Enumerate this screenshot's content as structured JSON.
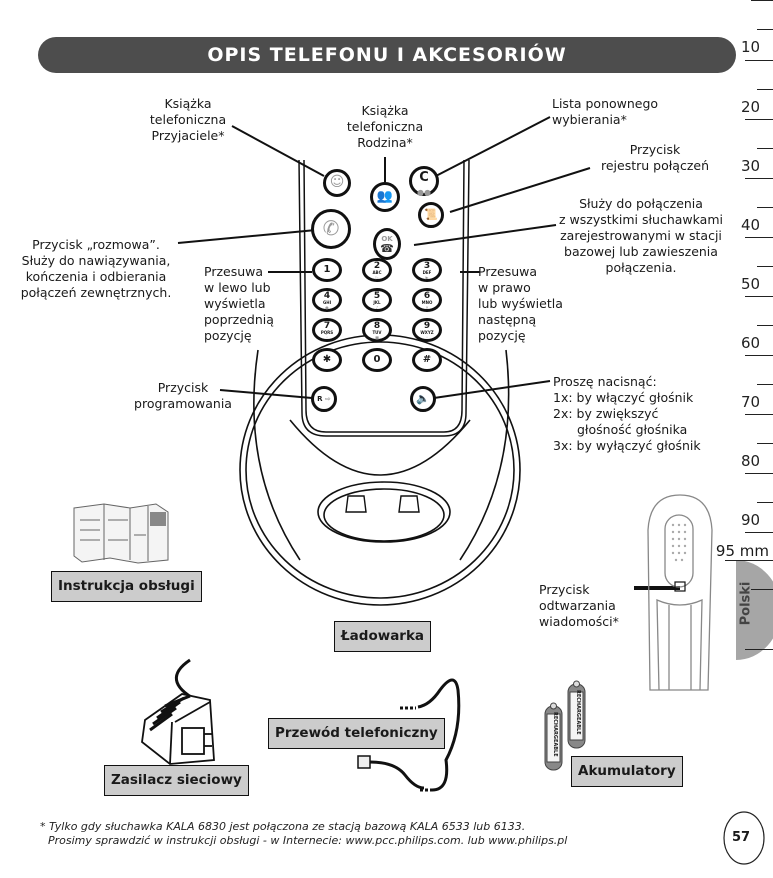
{
  "page": {
    "title": "OPIS TELEFONU I AKCESORIÓW",
    "page_number": "57",
    "language_tab": "Polski"
  },
  "ruler": {
    "marks": [
      "10",
      "20",
      "30",
      "40",
      "50",
      "60",
      "70",
      "80",
      "90"
    ],
    "end_label": "95 mm"
  },
  "callouts": {
    "phonebook_friends": [
      "Książka",
      "telefoniczna",
      "Przyjaciele*"
    ],
    "phonebook_family": [
      "Książka",
      "telefoniczna",
      "Rodzina*"
    ],
    "redial_list": [
      "Lista ponownego",
      "wybierania*"
    ],
    "call_log": [
      "Przycisk",
      "rejestru połączeń"
    ],
    "intercom": [
      "Służy do połączenia",
      "z wszystkimi słuchawkami",
      "zarejestrowanymi w stacji",
      "bazowej lub zawieszenia",
      "połączenia."
    ],
    "talk_button": [
      "Przycisk „rozmowa”.",
      "Służy do nawiązywania,",
      "kończenia i odbierania",
      "połączeń zewnętrznych."
    ],
    "scroll_left": [
      "Przesuwa",
      "w lewo lub",
      "wyświetla",
      "poprzednią",
      "pozycję"
    ],
    "scroll_right": [
      "Przesuwa",
      "w prawo",
      "lub wyświetla",
      "następną",
      "pozycję"
    ],
    "program_button": [
      "Przycisk",
      "programowania"
    ],
    "speaker": [
      "Proszę nacisnąć:",
      "1x: by włączyć głośnik",
      "2x: by zwiększyć",
      "głośność głośnika",
      "3x: by wyłączyć głośnik"
    ],
    "playback": [
      "Przycisk",
      "odtwarzania",
      "wiadomości*"
    ]
  },
  "keypad": {
    "keys": [
      {
        "digit": "1",
        "letters": "",
        "sub": "◀"
      },
      {
        "digit": "2",
        "letters": "ABC",
        "sub": "▷"
      },
      {
        "digit": "3",
        "letters": "DEF",
        "sub": "▶"
      },
      {
        "digit": "4",
        "letters": "GHI",
        "sub": "●"
      },
      {
        "digit": "5",
        "letters": "JKL",
        "sub": "♪"
      },
      {
        "digit": "6",
        "letters": "MNO",
        "sub": "✕"
      },
      {
        "digit": "7",
        "letters": "PQRS",
        "sub": "◦"
      },
      {
        "digit": "8",
        "letters": "TUV",
        "sub": "■"
      },
      {
        "digit": "9",
        "letters": "WXYZ",
        "sub": "◦"
      },
      {
        "digit": "✱",
        "letters": "",
        "sub": ""
      },
      {
        "digit": "0",
        "letters": "",
        "sub": ""
      },
      {
        "digit": "#",
        "letters": "",
        "sub": ""
      }
    ],
    "clear_key": "C",
    "ok_key": "OK",
    "r_key": "R"
  },
  "accessories": {
    "manual": "Instrukcja obsługi",
    "charger": "Ładowarka",
    "power_adapter": "Zasilacz sieciowy",
    "phone_cord": "Przewód telefoniczny",
    "batteries": "Akumulatory",
    "battery_text": "RECHARGEABLE"
  },
  "footnote": {
    "line1": "* Tylko gdy słuchawka KALA 6830 jest połączona ze stacją bazową KALA 6533 lub 6133.",
    "line2": "Prosimy sprawdzić w instrukcji obsługi - w Internecie: www.pcc.philips.com. lub www.philips.pl"
  }
}
